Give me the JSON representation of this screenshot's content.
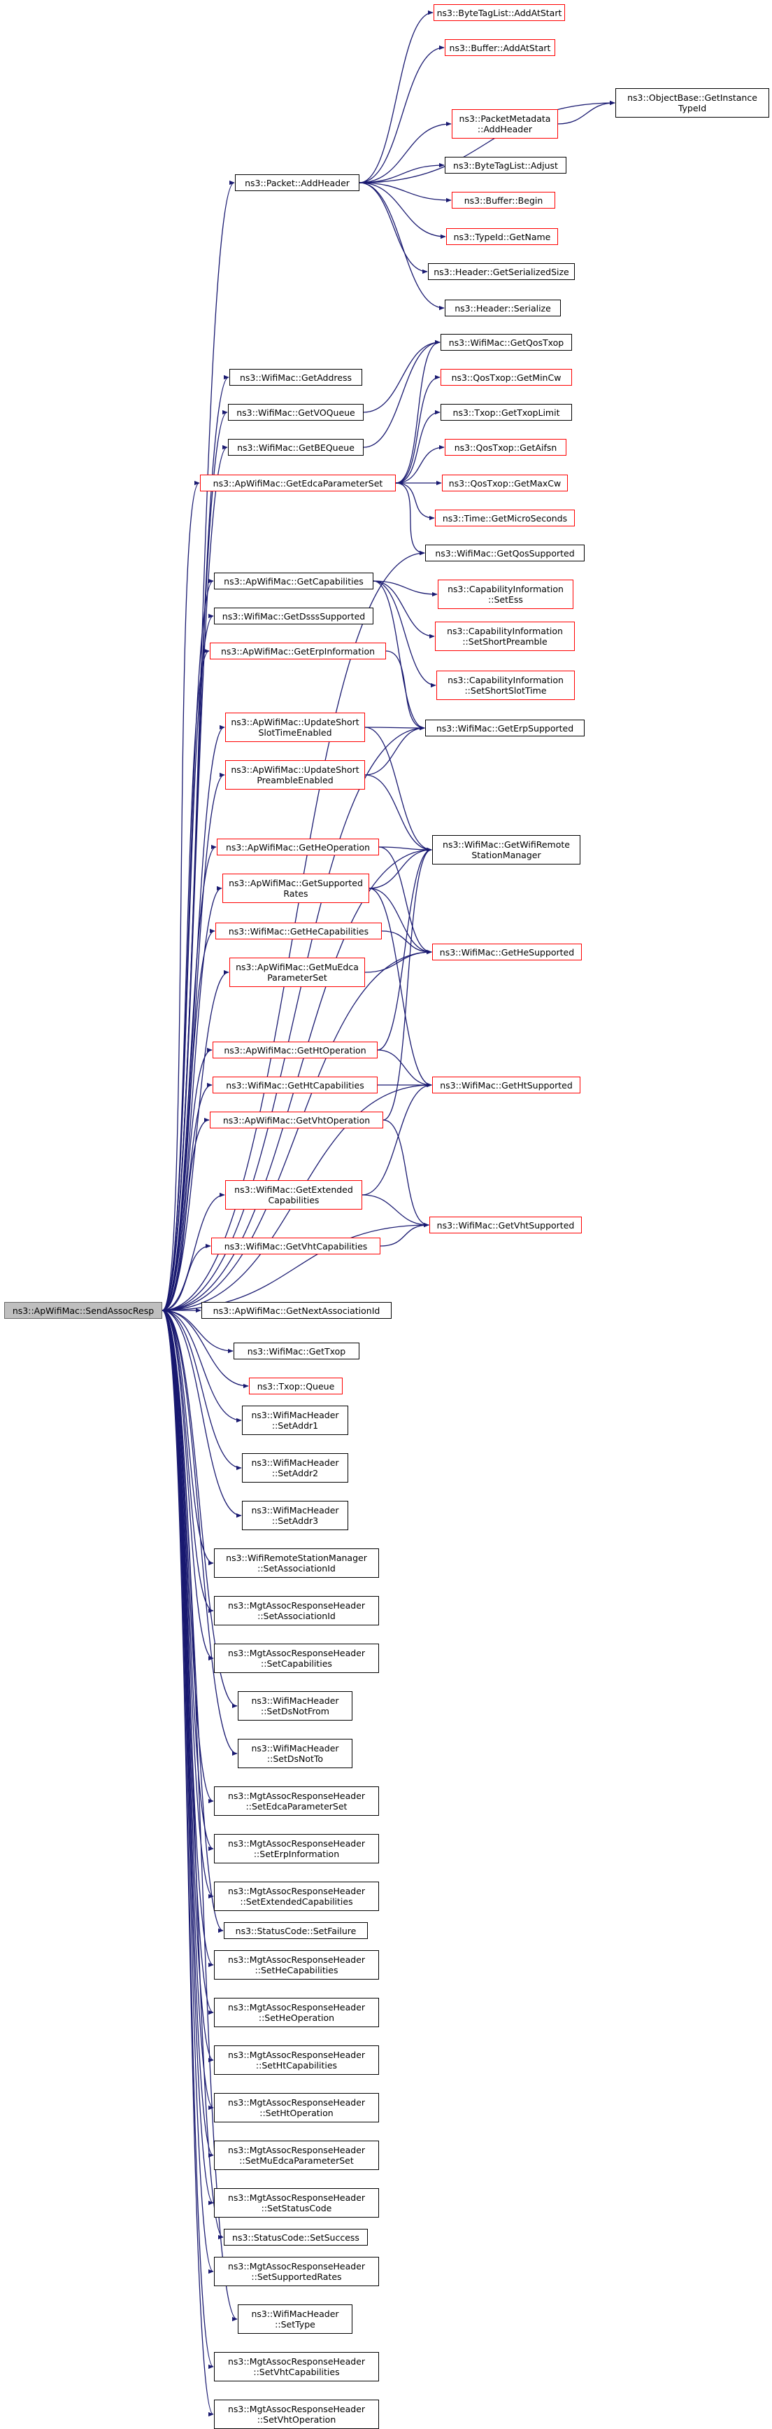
{
  "colors": {
    "edge": "#191970",
    "node_border": "#000000",
    "node_border_incomplete": "#ff0000",
    "root_fill": "#bfbfbf"
  },
  "nodes": [
    {
      "id": "root",
      "label": "ns3::ApWifiMac::SendAssocResp",
      "style": "root"
    },
    {
      "id": "addheader",
      "label": "ns3::Packet::AddHeader",
      "style": "black"
    },
    {
      "id": "btl_addatstart",
      "label": "ns3::ByteTagList::AddAtStart",
      "style": "red"
    },
    {
      "id": "buf_addatstart",
      "label": "ns3::Buffer::AddAtStart",
      "style": "red"
    },
    {
      "id": "getinstancetypeid",
      "label": "ns3::ObjectBase::GetInstance\nTypeId",
      "style": "black"
    },
    {
      "id": "pm_addheader",
      "label": "ns3::PacketMetadata\n::AddHeader",
      "style": "red"
    },
    {
      "id": "btl_adjust",
      "label": "ns3::ByteTagList::Adjust",
      "style": "black"
    },
    {
      "id": "buf_begin",
      "label": "ns3::Buffer::Begin",
      "style": "red"
    },
    {
      "id": "typeid_getname",
      "label": "ns3::TypeId::GetName",
      "style": "red"
    },
    {
      "id": "hdr_getsersize",
      "label": "ns3::Header::GetSerializedSize",
      "style": "black"
    },
    {
      "id": "hdr_serialize",
      "label": "ns3::Header::Serialize",
      "style": "black"
    },
    {
      "id": "getaddress",
      "label": "ns3::WifiMac::GetAddress",
      "style": "black"
    },
    {
      "id": "getqostxop",
      "label": "ns3::WifiMac::GetQosTxop",
      "style": "black"
    },
    {
      "id": "getmincw",
      "label": "ns3::QosTxop::GetMinCw",
      "style": "red"
    },
    {
      "id": "getvoqueue",
      "label": "ns3::WifiMac::GetVOQueue",
      "style": "black"
    },
    {
      "id": "gettxoplimit",
      "label": "ns3::Txop::GetTxopLimit",
      "style": "black"
    },
    {
      "id": "getbequeue",
      "label": "ns3::WifiMac::GetBEQueue",
      "style": "black"
    },
    {
      "id": "getaifsn",
      "label": "ns3::QosTxop::GetAifsn",
      "style": "red"
    },
    {
      "id": "getedca",
      "label": "ns3::ApWifiMac::GetEdcaParameterSet",
      "style": "red"
    },
    {
      "id": "getmaxcw",
      "label": "ns3::QosTxop::GetMaxCw",
      "style": "red"
    },
    {
      "id": "getmicroseconds",
      "label": "ns3::Time::GetMicroSeconds",
      "style": "red"
    },
    {
      "id": "getqossupported",
      "label": "ns3::WifiMac::GetQosSupported",
      "style": "black"
    },
    {
      "id": "getcapabilities",
      "label": "ns3::ApWifiMac::GetCapabilities",
      "style": "black"
    },
    {
      "id": "ci_setess",
      "label": "ns3::CapabilityInformation\n::SetEss",
      "style": "red"
    },
    {
      "id": "getdsss",
      "label": "ns3::WifiMac::GetDsssSupported",
      "style": "black"
    },
    {
      "id": "ci_setshortpreamble",
      "label": "ns3::CapabilityInformation\n::SetShortPreamble",
      "style": "red"
    },
    {
      "id": "geterpinfo",
      "label": "ns3::ApWifiMac::GetErpInformation",
      "style": "red"
    },
    {
      "id": "ci_setshortslot",
      "label": "ns3::CapabilityInformation\n::SetShortSlotTime",
      "style": "red"
    },
    {
      "id": "updshortslot",
      "label": "ns3::ApWifiMac::UpdateShort\nSlotTimeEnabled",
      "style": "red"
    },
    {
      "id": "geterpsupported",
      "label": "ns3::WifiMac::GetErpSupported",
      "style": "black"
    },
    {
      "id": "updshortpreamble",
      "label": "ns3::ApWifiMac::UpdateShort\nPreambleEnabled",
      "style": "red"
    },
    {
      "id": "getheoperation",
      "label": "ns3::ApWifiMac::GetHeOperation",
      "style": "red"
    },
    {
      "id": "getremotemgr",
      "label": "ns3::WifiMac::GetWifiRemote\nStationManager",
      "style": "black"
    },
    {
      "id": "getsupportedrates",
      "label": "ns3::ApWifiMac::GetSupported\nRates",
      "style": "red"
    },
    {
      "id": "gethecap",
      "label": "ns3::WifiMac::GetHeCapabilities",
      "style": "red"
    },
    {
      "id": "gehesupported",
      "label": "ns3::WifiMac::GetHeSupported",
      "style": "red"
    },
    {
      "id": "getmuedca",
      "label": "ns3::ApWifiMac::GetMuEdca\nParameterSet",
      "style": "red"
    },
    {
      "id": "gethtoperation",
      "label": "ns3::ApWifiMac::GetHtOperation",
      "style": "red"
    },
    {
      "id": "gethtcap",
      "label": "ns3::WifiMac::GetHtCapabilities",
      "style": "red"
    },
    {
      "id": "gethtsupported",
      "label": "ns3::WifiMac::GetHtSupported",
      "style": "red"
    },
    {
      "id": "getvhtoperation",
      "label": "ns3::ApWifiMac::GetVhtOperation",
      "style": "red"
    },
    {
      "id": "getextcap",
      "label": "ns3::WifiMac::GetExtended\nCapabilities",
      "style": "red"
    },
    {
      "id": "getvhtsupported",
      "label": "ns3::WifiMac::GetVhtSupported",
      "style": "red"
    },
    {
      "id": "getvhtcap",
      "label": "ns3::WifiMac::GetVhtCapabilities",
      "style": "red"
    },
    {
      "id": "getnextaid",
      "label": "ns3::ApWifiMac::GetNextAssociationId",
      "style": "black"
    },
    {
      "id": "gettxop",
      "label": "ns3::WifiMac::GetTxop",
      "style": "black"
    },
    {
      "id": "txop_queue",
      "label": "ns3::Txop::Queue",
      "style": "red"
    },
    {
      "id": "setaddr1",
      "label": "ns3::WifiMacHeader\n::SetAddr1",
      "style": "black"
    },
    {
      "id": "setaddr2",
      "label": "ns3::WifiMacHeader\n::SetAddr2",
      "style": "black"
    },
    {
      "id": "setaddr3",
      "label": "ns3::WifiMacHeader\n::SetAddr3",
      "style": "black"
    },
    {
      "id": "rsm_setaid",
      "label": "ns3::WifiRemoteStationManager\n::SetAssociationId",
      "style": "black"
    },
    {
      "id": "mar_setaid",
      "label": "ns3::MgtAssocResponseHeader\n::SetAssociationId",
      "style": "black"
    },
    {
      "id": "mar_setcap",
      "label": "ns3::MgtAssocResponseHeader\n::SetCapabilities",
      "style": "black"
    },
    {
      "id": "setdsnotfrom",
      "label": "ns3::WifiMacHeader\n::SetDsNotFrom",
      "style": "black"
    },
    {
      "id": "setdsnotto",
      "label": "ns3::WifiMacHeader\n::SetDsNotTo",
      "style": "black"
    },
    {
      "id": "mar_setedca",
      "label": "ns3::MgtAssocResponseHeader\n::SetEdcaParameterSet",
      "style": "black"
    },
    {
      "id": "mar_seterp",
      "label": "ns3::MgtAssocResponseHeader\n::SetErpInformation",
      "style": "black"
    },
    {
      "id": "mar_setextcap",
      "label": "ns3::MgtAssocResponseHeader\n::SetExtendedCapabilities",
      "style": "black"
    },
    {
      "id": "sc_setfailure",
      "label": "ns3::StatusCode::SetFailure",
      "style": "black"
    },
    {
      "id": "mar_sethecap",
      "label": "ns3::MgtAssocResponseHeader\n::SetHeCapabilities",
      "style": "black"
    },
    {
      "id": "mar_setheop",
      "label": "ns3::MgtAssocResponseHeader\n::SetHeOperation",
      "style": "black"
    },
    {
      "id": "mar_sethtcap",
      "label": "ns3::MgtAssocResponseHeader\n::SetHtCapabilities",
      "style": "black"
    },
    {
      "id": "mar_sethtop",
      "label": "ns3::MgtAssocResponseHeader\n::SetHtOperation",
      "style": "black"
    },
    {
      "id": "mar_setmuedca",
      "label": "ns3::MgtAssocResponseHeader\n::SetMuEdcaParameterSet",
      "style": "black"
    },
    {
      "id": "mar_setstatus",
      "label": "ns3::MgtAssocResponseHeader\n::SetStatusCode",
      "style": "black"
    },
    {
      "id": "sc_setsuccess",
      "label": "ns3::StatusCode::SetSuccess",
      "style": "black"
    },
    {
      "id": "mar_setrates",
      "label": "ns3::MgtAssocResponseHeader\n::SetSupportedRates",
      "style": "black"
    },
    {
      "id": "settype",
      "label": "ns3::WifiMacHeader\n::SetType",
      "style": "black"
    },
    {
      "id": "mar_setvhtcap",
      "label": "ns3::MgtAssocResponseHeader\n::SetVhtCapabilities",
      "style": "black"
    },
    {
      "id": "mar_setvhtop",
      "label": "ns3::MgtAssocResponseHeader\n::SetVhtOperation",
      "style": "black"
    }
  ],
  "edges": [
    [
      "root",
      "addheader"
    ],
    [
      "root",
      "getaddress"
    ],
    [
      "root",
      "getvoqueue"
    ],
    [
      "root",
      "getbequeue"
    ],
    [
      "root",
      "getedca"
    ],
    [
      "root",
      "getqossupported"
    ],
    [
      "root",
      "getcapabilities"
    ],
    [
      "root",
      "getdsss"
    ],
    [
      "root",
      "geterpinfo"
    ],
    [
      "root",
      "updshortslot"
    ],
    [
      "root",
      "geterpsupported"
    ],
    [
      "root",
      "updshortpreamble"
    ],
    [
      "root",
      "getheoperation"
    ],
    [
      "root",
      "getremotemgr"
    ],
    [
      "root",
      "getsupportedrates"
    ],
    [
      "root",
      "gethecap"
    ],
    [
      "root",
      "gehesupported"
    ],
    [
      "root",
      "getmuedca"
    ],
    [
      "root",
      "gethtoperation"
    ],
    [
      "root",
      "gethtcap"
    ],
    [
      "root",
      "gethtsupported"
    ],
    [
      "root",
      "getvhtoperation"
    ],
    [
      "root",
      "getextcap"
    ],
    [
      "root",
      "getvhtsupported"
    ],
    [
      "root",
      "getvhtcap"
    ],
    [
      "root",
      "getnextaid"
    ],
    [
      "root",
      "gettxop"
    ],
    [
      "root",
      "txop_queue"
    ],
    [
      "root",
      "setaddr1"
    ],
    [
      "root",
      "setaddr2"
    ],
    [
      "root",
      "setaddr3"
    ],
    [
      "root",
      "rsm_setaid"
    ],
    [
      "root",
      "mar_setaid"
    ],
    [
      "root",
      "mar_setcap"
    ],
    [
      "root",
      "setdsnotfrom"
    ],
    [
      "root",
      "setdsnotto"
    ],
    [
      "root",
      "mar_setedca"
    ],
    [
      "root",
      "mar_seterp"
    ],
    [
      "root",
      "mar_setextcap"
    ],
    [
      "root",
      "sc_setfailure"
    ],
    [
      "root",
      "mar_sethecap"
    ],
    [
      "root",
      "mar_setheop"
    ],
    [
      "root",
      "mar_sethtcap"
    ],
    [
      "root",
      "mar_sethtop"
    ],
    [
      "root",
      "mar_setmuedca"
    ],
    [
      "root",
      "mar_setstatus"
    ],
    [
      "root",
      "sc_setsuccess"
    ],
    [
      "root",
      "mar_setrates"
    ],
    [
      "root",
      "settype"
    ],
    [
      "root",
      "mar_setvhtcap"
    ],
    [
      "root",
      "mar_setvhtop"
    ],
    [
      "addheader",
      "btl_addatstart"
    ],
    [
      "addheader",
      "buf_addatstart"
    ],
    [
      "addheader",
      "getinstancetypeid"
    ],
    [
      "addheader",
      "pm_addheader"
    ],
    [
      "addheader",
      "btl_adjust"
    ],
    [
      "addheader",
      "buf_begin"
    ],
    [
      "addheader",
      "typeid_getname"
    ],
    [
      "addheader",
      "hdr_getsersize"
    ],
    [
      "addheader",
      "hdr_serialize"
    ],
    [
      "pm_addheader",
      "getinstancetypeid"
    ],
    [
      "getvoqueue",
      "getqostxop"
    ],
    [
      "getbequeue",
      "getqostxop"
    ],
    [
      "getedca",
      "getqostxop"
    ],
    [
      "getedca",
      "getmincw"
    ],
    [
      "getedca",
      "gettxoplimit"
    ],
    [
      "getedca",
      "getaifsn"
    ],
    [
      "getedca",
      "getmaxcw"
    ],
    [
      "getedca",
      "getmicroseconds"
    ],
    [
      "getedca",
      "getqossupported"
    ],
    [
      "getcapabilities",
      "ci_setess"
    ],
    [
      "getcapabilities",
      "ci_setshortpreamble"
    ],
    [
      "getcapabilities",
      "ci_setshortslot"
    ],
    [
      "getcapabilities",
      "geterpsupported"
    ],
    [
      "geterpinfo",
      "geterpsupported"
    ],
    [
      "updshortslot",
      "geterpsupported"
    ],
    [
      "updshortslot",
      "getremotemgr"
    ],
    [
      "updshortpreamble",
      "geterpsupported"
    ],
    [
      "updshortpreamble",
      "getremotemgr"
    ],
    [
      "getheoperation",
      "getremotemgr"
    ],
    [
      "getheoperation",
      "gehesupported"
    ],
    [
      "getsupportedrates",
      "getremotemgr"
    ],
    [
      "getsupportedrates",
      "gethtsupported"
    ],
    [
      "getsupportedrates",
      "gehesupported"
    ],
    [
      "gethecap",
      "gehesupported"
    ],
    [
      "getmuedca",
      "gehesupported"
    ],
    [
      "gethtoperation",
      "getremotemgr"
    ],
    [
      "gethtoperation",
      "gethtsupported"
    ],
    [
      "gethtcap",
      "gethtsupported"
    ],
    [
      "getvhtoperation",
      "getremotemgr"
    ],
    [
      "getvhtoperation",
      "getvhtsupported"
    ],
    [
      "getextcap",
      "gethtsupported"
    ],
    [
      "getextcap",
      "getvhtsupported"
    ],
    [
      "getvhtcap",
      "getvhtsupported"
    ]
  ]
}
